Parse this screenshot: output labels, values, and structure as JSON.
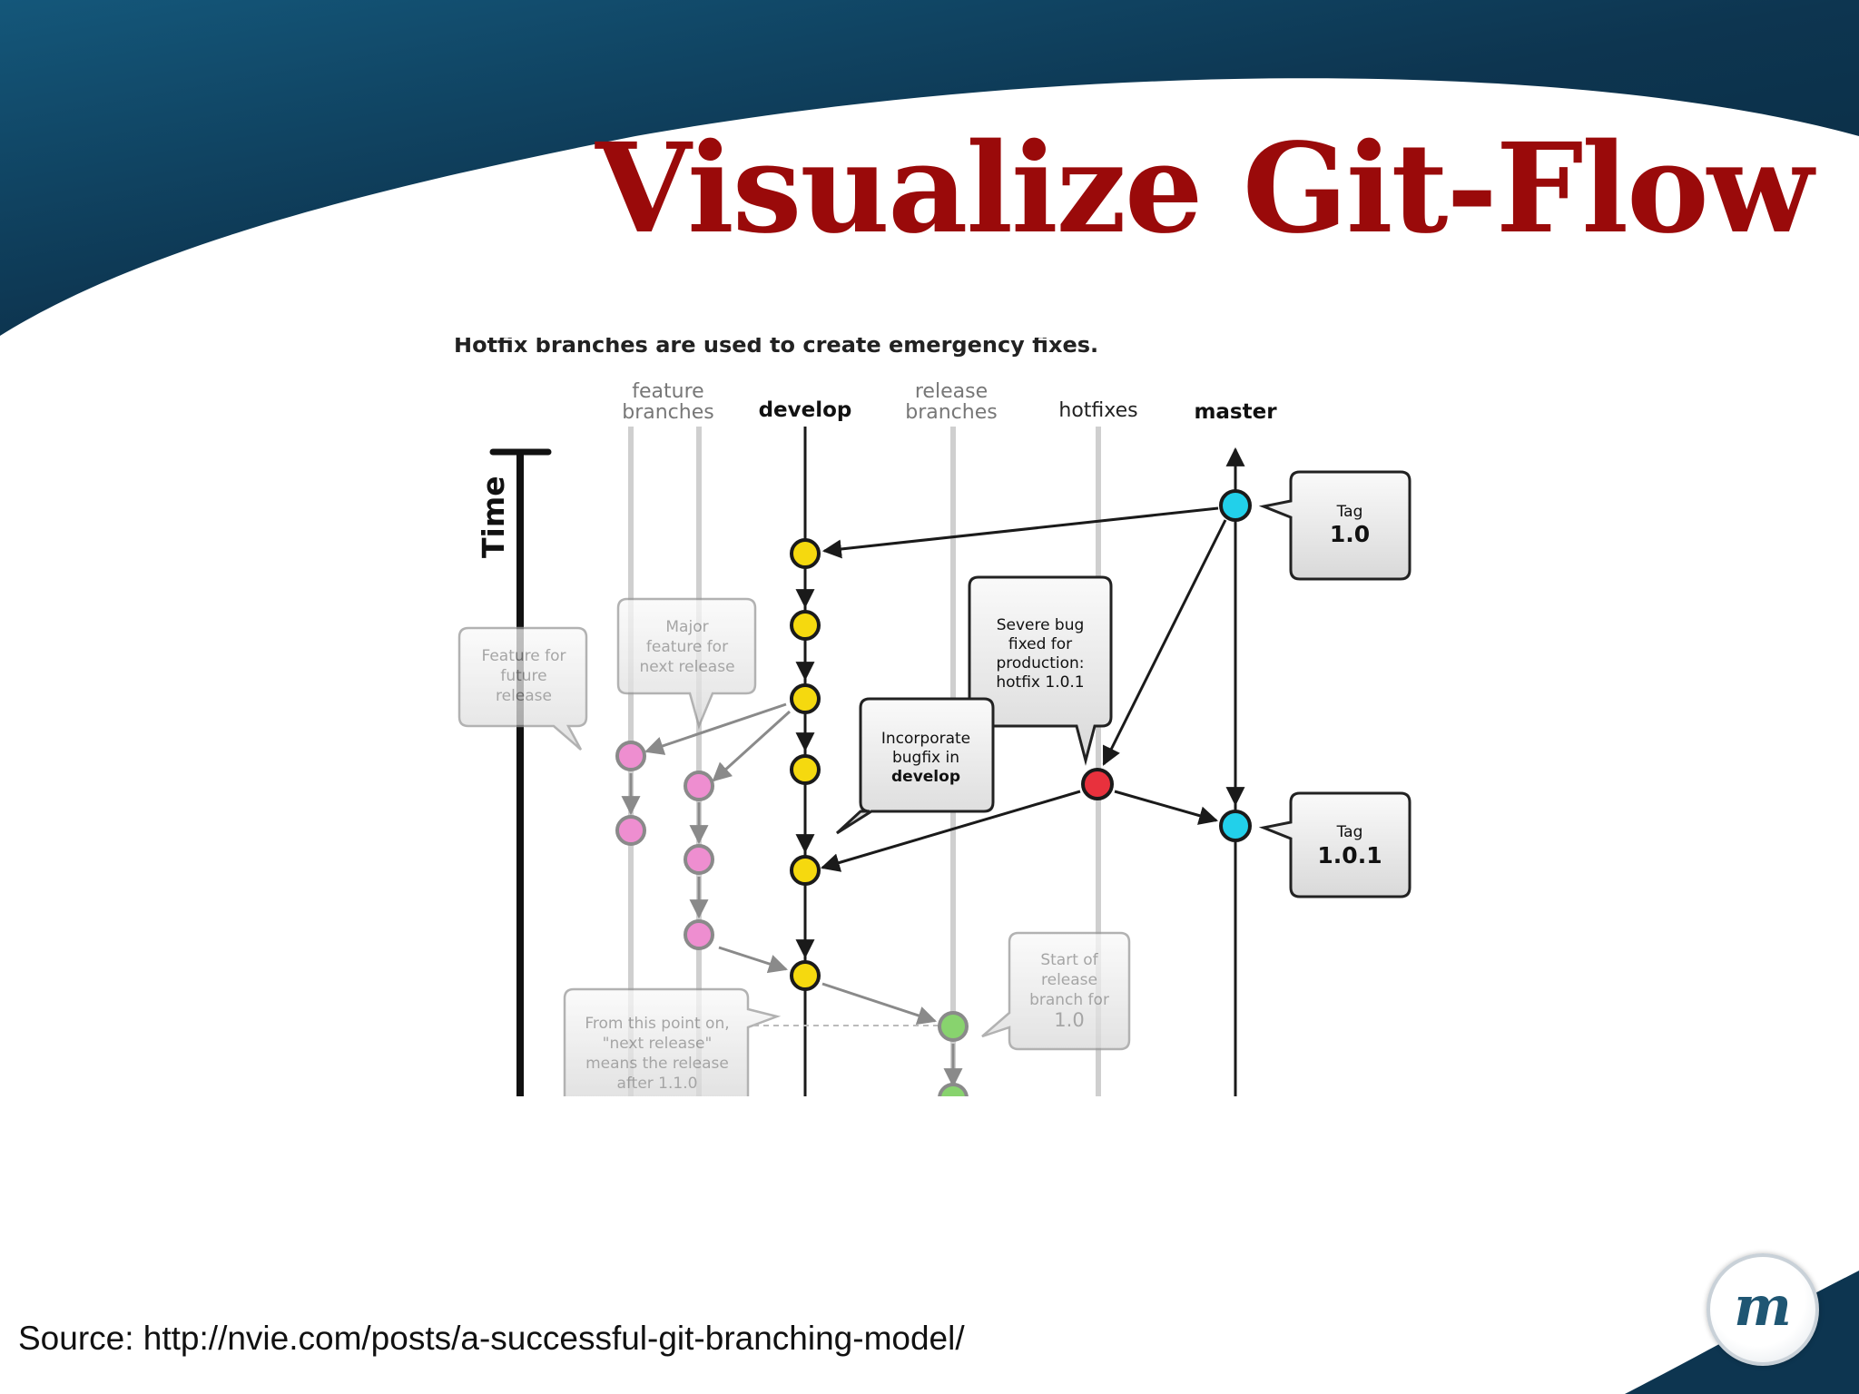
{
  "slide": {
    "title": "Visualize Git-Flow",
    "source": "Source: http://nvie.com/posts/a-successful-git-branching-model/",
    "logo_letter": "m"
  },
  "colors": {
    "title": "#9a0a0a",
    "background_dark": "#0d3550",
    "develop_commit": "#f5d90f",
    "master_commit": "#22d0ea",
    "hotfix_commit": "#e8313d",
    "feature_commit": "#ee8ed0",
    "release_commit": "#88d36e"
  },
  "diagram": {
    "top_caption": "Hotfix branches are used to create emergency fixes.",
    "time_label": "Time",
    "lanes": {
      "feature": [
        "feature",
        "branches"
      ],
      "develop": "develop",
      "release": [
        "release",
        "branches"
      ],
      "hotfixes": "hotfixes",
      "master": "master"
    },
    "callouts": {
      "tag1": [
        "Tag",
        "1.0"
      ],
      "tag2": [
        "Tag",
        "1.0.1"
      ],
      "severe": [
        "Severe bug",
        "fixed for",
        "production:",
        "hotfix 1.0.1"
      ],
      "incorporate": [
        "Incorporate",
        "bugfix in",
        "develop"
      ],
      "future": [
        "Feature for",
        "future",
        "release"
      ],
      "major": [
        "Major",
        "feature for",
        "next release"
      ],
      "start_release": [
        "Start of",
        "release",
        "branch for",
        "1.0"
      ],
      "from_point": [
        "From this point on,",
        "\"next release\"",
        "means the release",
        "after 1.1.0"
      ]
    }
  }
}
